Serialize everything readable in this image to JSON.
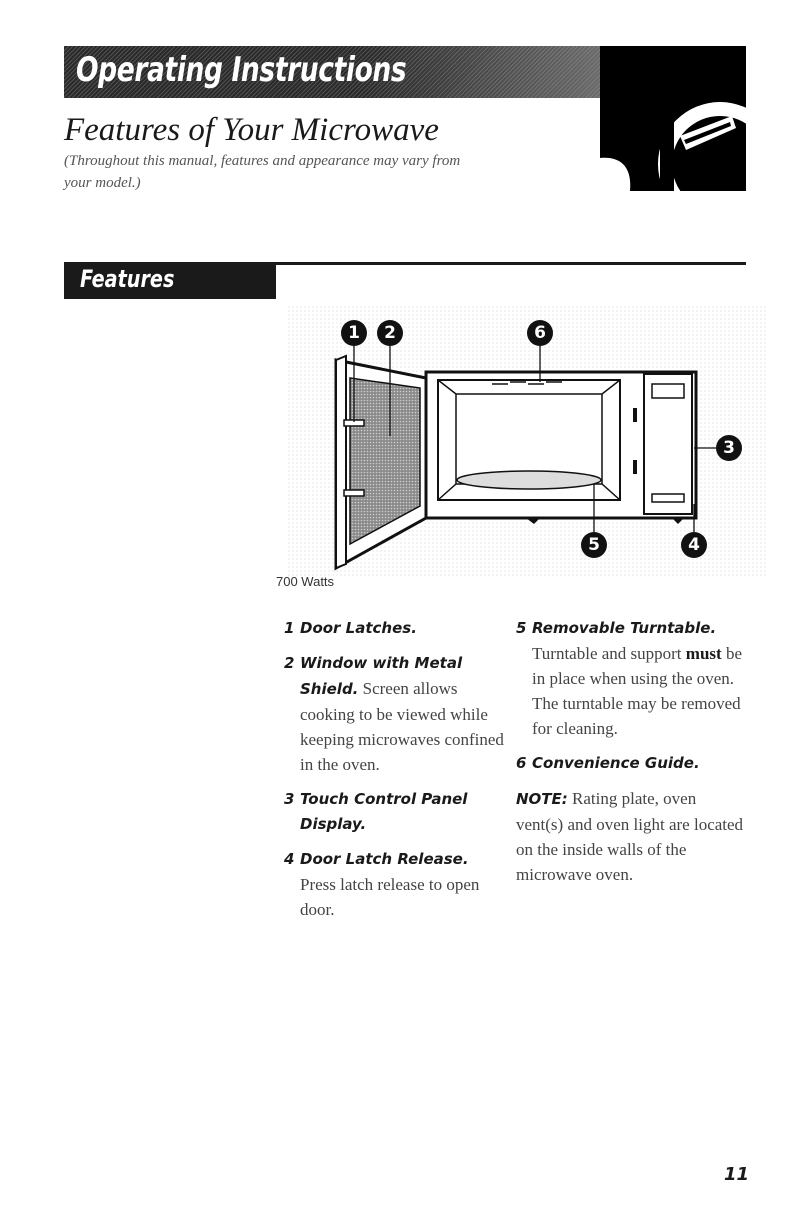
{
  "header": {
    "banner_title": "Operating Instructions",
    "page_title": "Features of Your Microwave",
    "subtitle": "(Throughout this manual, features and appearance may vary from your model.)"
  },
  "section": {
    "label": "Features"
  },
  "illustration": {
    "callouts": [
      "1",
      "2",
      "3",
      "4",
      "5",
      "6"
    ],
    "caption": "700 Watts"
  },
  "features": {
    "col1": [
      {
        "number": "1",
        "title": "Door Latches.",
        "body": ""
      },
      {
        "number": "2",
        "title": "Window with Metal",
        "title2": "Shield.",
        "body": "Screen allows cooking to be viewed while keeping microwaves confined in the oven."
      },
      {
        "number": "3",
        "title": "Touch Control Panel",
        "title2": "Display.",
        "body": ""
      },
      {
        "number": "4",
        "title": "Door Latch Release.",
        "body": "Press latch release to open door."
      }
    ],
    "col2": [
      {
        "number": "5",
        "title": "Removable Turntable.",
        "body_pre": "Turntable and support",
        "body_bold": "must",
        "body_post": "be in place when using the oven. The turntable may be removed for cleaning."
      },
      {
        "number": "6",
        "title": "Convenience Guide.",
        "body": ""
      }
    ],
    "note_label": "NOTE:",
    "note_text": "Rating plate, oven vent(s) and oven light are located on the inside walls of the microwave oven."
  },
  "page_number": "11",
  "colors": {
    "banner": "#2a2a2a",
    "text": "#1a1a1a",
    "body_text": "#444444"
  }
}
